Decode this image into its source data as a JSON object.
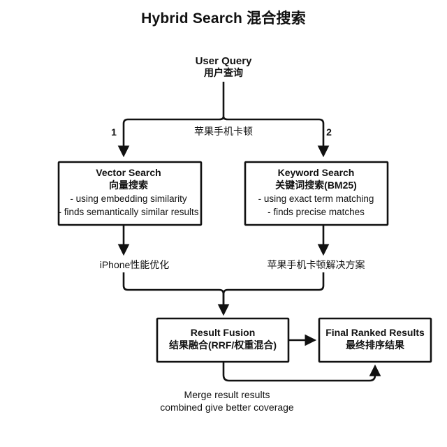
{
  "title": "Hybrid Search 混合搜索",
  "colors": {
    "background": "#ffffff",
    "stroke": "#111111",
    "text": "#111111",
    "box_fill": "#ffffff"
  },
  "nodes": {
    "user_query": {
      "label_en": "User Query",
      "label_zh": "用户查询"
    },
    "vector_search": {
      "title_en": "Vector Search",
      "title_zh": "向量搜索",
      "bullet_1": "- using embedding similarity",
      "bullet_2": "- finds semantically similar results"
    },
    "keyword_search": {
      "title_en": "Keyword Search",
      "title_zh": "关键词搜索(BM25)",
      "bullet_1": "- using exact term matching",
      "bullet_2": "- finds precise matches"
    },
    "result_fusion": {
      "title_en": "Result Fusion",
      "title_zh": "结果融合(RRF/权重混合)"
    },
    "final_results": {
      "title_en": "Final Ranked Results",
      "title_zh": "最终排序结果"
    }
  },
  "edges": {
    "branch_1_label": "1",
    "branch_2_label": "2",
    "query_text": "苹果手机卡顿",
    "vector_output": "iPhone性能优化",
    "keyword_output": "苹果手机卡顿解决方案"
  },
  "footer": {
    "line_1": "Merge result results",
    "line_2": "combined give better coverage"
  }
}
